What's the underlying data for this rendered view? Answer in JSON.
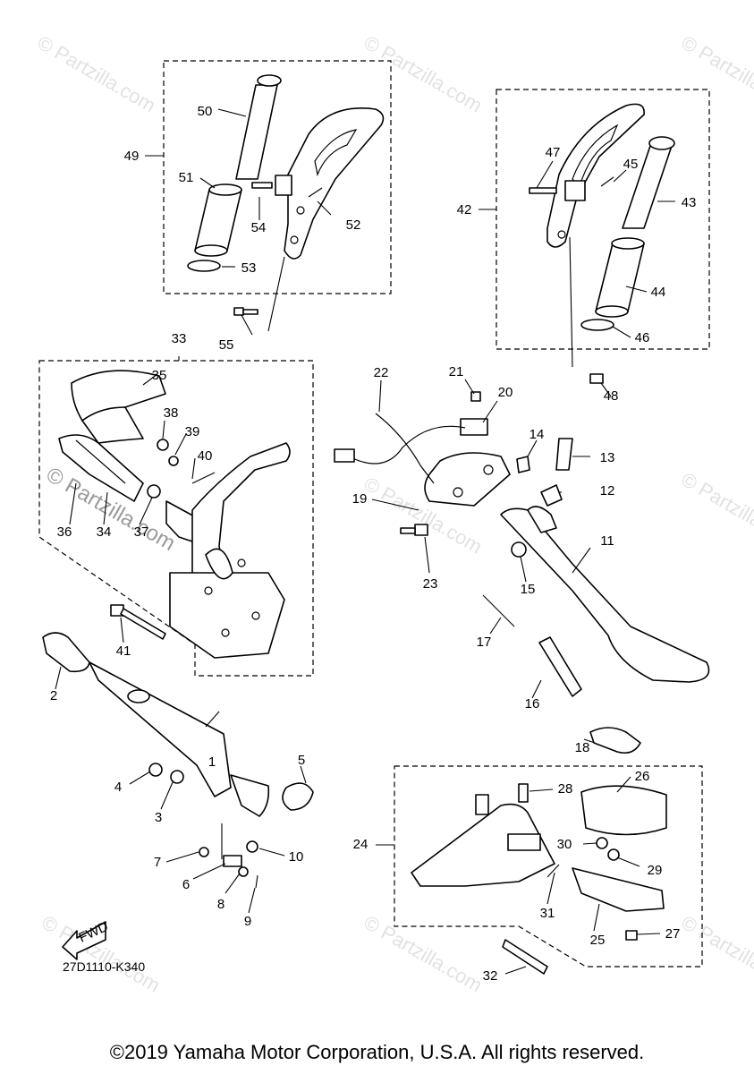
{
  "diagram": {
    "drawing_code": "27D1110-K340",
    "fwd_label": "FWD",
    "watermark_text": "© Partzilla.com",
    "copyright": "©2019 Yamaha Motor Corporation, U.S.A. All rights reserved.",
    "callouts": [
      "1",
      "2",
      "3",
      "4",
      "5",
      "6",
      "7",
      "8",
      "9",
      "10",
      "11",
      "12",
      "13",
      "14",
      "15",
      "16",
      "17",
      "18",
      "19",
      "20",
      "21",
      "22",
      "23",
      "24",
      "25",
      "26",
      "27",
      "28",
      "29",
      "30",
      "31",
      "32",
      "33",
      "34",
      "35",
      "36",
      "37",
      "38",
      "39",
      "40",
      "41",
      "42",
      "43",
      "44",
      "45",
      "46",
      "47",
      "48",
      "49",
      "50",
      "51",
      "52",
      "53",
      "54",
      "55"
    ]
  }
}
